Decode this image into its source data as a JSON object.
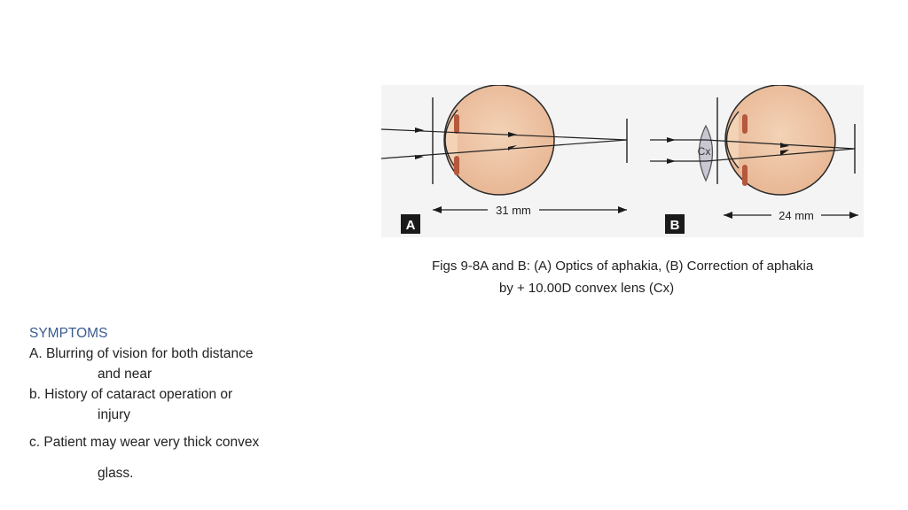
{
  "figure": {
    "panel_a_letter": "A",
    "panel_b_letter": "B",
    "lens_label": "Cx",
    "measure_a": "31 mm",
    "measure_b": "24 mm"
  },
  "caption": {
    "line1": "Figs 9-8A and B: (A) Optics of aphakia, (B) Correction of aphakia",
    "line2": "by  + 10.00D convex lens (Cx)"
  },
  "symptoms": {
    "heading": "SYMPTOMS",
    "a_line1": "A. Blurring of vision for both distance",
    "a_line2": "and near",
    "b_line1": "b. History of cataract operation or",
    "b_line2": "injury",
    "c_line1": "c. Patient may wear very thick convex",
    "c_line2": "glass."
  }
}
